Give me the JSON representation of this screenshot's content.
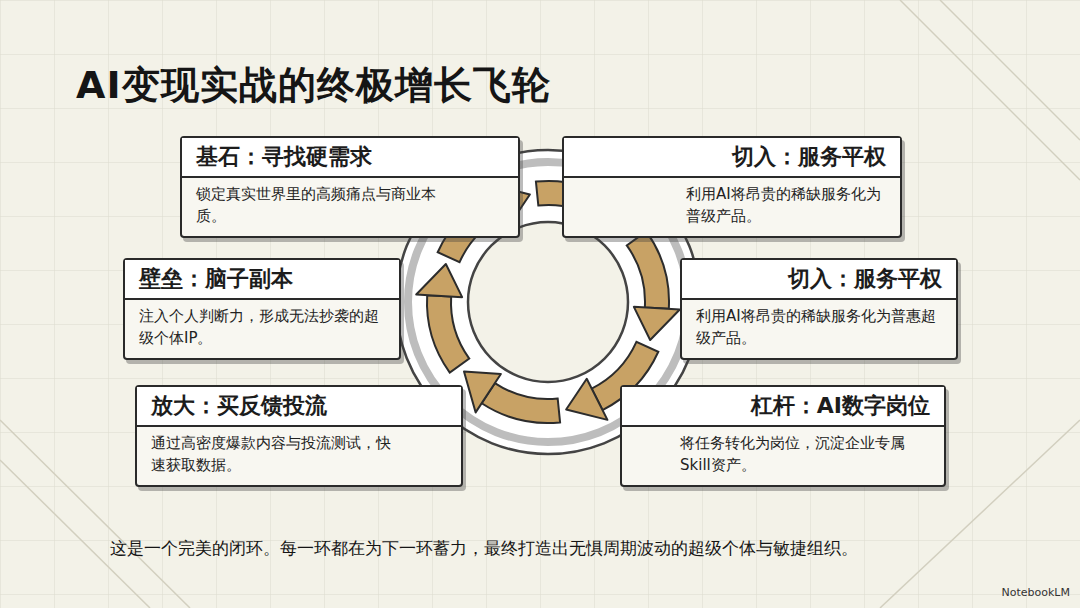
{
  "diagram": {
    "title": "AI变现实战的终极增长飞轮",
    "caption": "这是一个完美的闭环。每一环都在为下一环蓄力，最终打造出无惧周期波动的超级个体与敏捷组织。",
    "nodes": [
      {
        "text": [
          "基石：寻找硬需求",
          "锁定真实世界里的高频痛点与商业本质。"
        ]
      },
      {
        "text": [
          "切入：服务平权",
          "利用AI将昂贵的稀缺服务化为普级产品。"
        ]
      },
      {
        "text": [
          "壁垒：脑子副本",
          "注入个人判断力，形成无法抄袭的超级个体IP。"
        ]
      },
      {
        "text": [
          "切入：服务平权",
          "利用AI将昂贵的稀缺服务化为普惠超级产品。"
        ]
      },
      {
        "text": [
          "放大：买反馈投流",
          "通过高密度爆款内容与投流测试，快速获取数据。"
        ]
      },
      {
        "text": [
          "杠杆：AI数字岗位",
          "将任务转化为岗位，沉淀企业专属Skill资产。"
        ]
      }
    ],
    "labels": [
      "NotebookLM"
    ]
  }
}
